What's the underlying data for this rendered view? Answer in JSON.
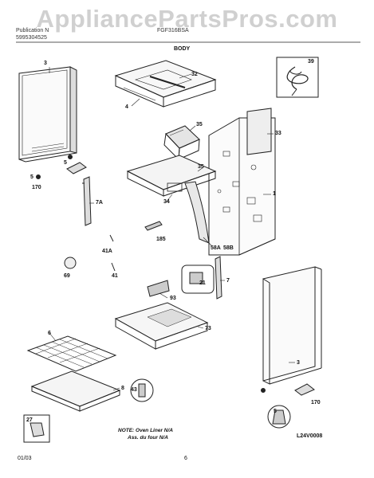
{
  "watermark": "AppliancePartsPros.com",
  "header": {
    "pub_label": "Publication N",
    "pub_number": "5995304525",
    "model": "FGF316BSA"
  },
  "section_title": "BODY",
  "callouts": [
    "3",
    "32",
    "39",
    "4",
    "35",
    "33",
    "5",
    "5",
    "170",
    "35",
    "1",
    "7A",
    "34",
    "185",
    "58A",
    "58B",
    "41A",
    "41",
    "69",
    "21",
    "7",
    "93",
    "6",
    "73",
    "3",
    "8",
    "43",
    "170",
    "5",
    "27"
  ],
  "note": {
    "line1": "NOTE: Oven Liner N/A",
    "line2": "Ass. du four N/A"
  },
  "drawing_code": "L24V0008",
  "footer": {
    "date": "01/03",
    "page": "6"
  }
}
